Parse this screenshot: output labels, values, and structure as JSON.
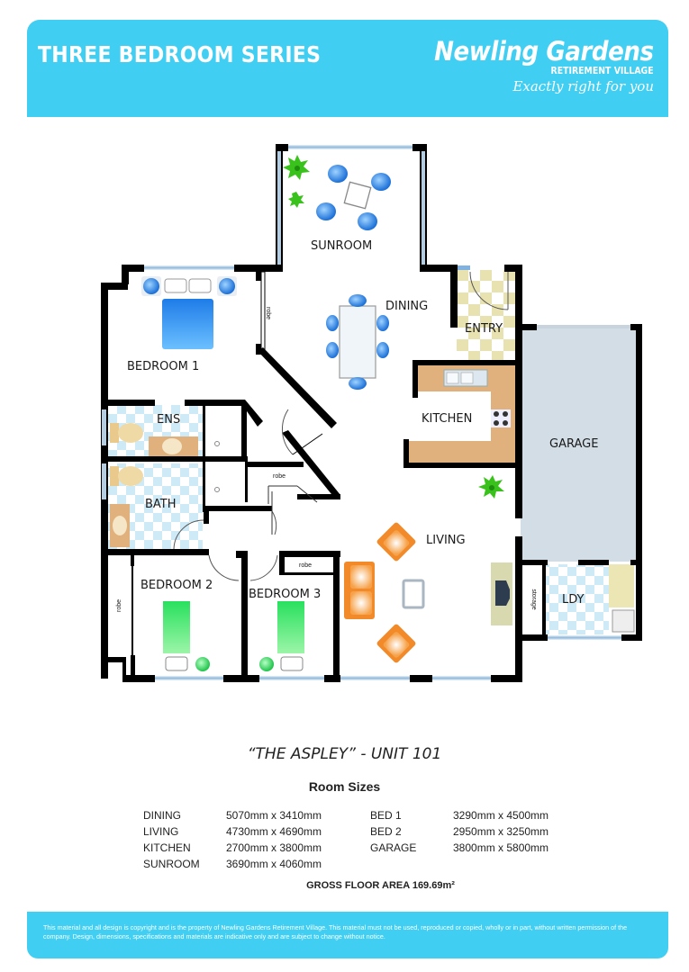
{
  "header": {
    "series_title": "THREE BEDROOM SERIES",
    "brand_name": "Newling Gardens",
    "brand_sub": "RETIREMENT VILLAGE",
    "brand_tagline": "Exactly right for you",
    "color": "#40cef3"
  },
  "floorplan": {
    "rooms": {
      "sunroom": "SUNROOM",
      "dining": "DINING",
      "entry": "ENTRY",
      "bedroom1": "BEDROOM 1",
      "kitchen": "KITCHEN",
      "garage": "GARAGE",
      "ens": "ENS",
      "bath": "BATH",
      "living": "LIVING",
      "bedroom2": "BEDROOM 2",
      "bedroom3": "BEDROOM 3",
      "ldy": "LDY"
    },
    "robe_label": "robe",
    "storage_label": "storage",
    "colors": {
      "wall": "#000000",
      "garage": "#d3dde5",
      "kitchen": "#e0b17c",
      "entry_tile": "#e8e2b0",
      "wet_tile": "#cfeaf7",
      "bed_blue": "#2a8de8",
      "bed_green": "#3de86a",
      "sofa": "#f28a2a",
      "plant": "#39c21b"
    }
  },
  "unit": {
    "title": "“THE ASPLEY” - UNIT 101"
  },
  "room_sizes": {
    "heading": "Room Sizes",
    "rows": [
      {
        "room": "DINING",
        "size": "5070mm x 3410mm",
        "room2": "BED 1",
        "size2": "3290mm x 4500mm"
      },
      {
        "room": "LIVING",
        "size": "4730mm x 4690mm",
        "room2": "BED 2",
        "size2": "2950mm x 3250mm"
      },
      {
        "room": "KITCHEN",
        "size": "2700mm x 3800mm",
        "room2": "GARAGE",
        "size2": "3800mm x 5800mm"
      },
      {
        "room": "SUNROOM",
        "size": "3690mm x 4060mm",
        "room2": "",
        "size2": ""
      }
    ],
    "gross_floor_area": "GROSS FLOOR AREA 169.69m²"
  },
  "footer": {
    "disclaimer": "This material and all design is copyright and is the property of Newling Gardens Retirement Village. This material must not be used, reproduced or copied, wholly or in part, without written permission of the company. Design, dimensions, specifications and materials are indicative only and are subject to change without notice."
  }
}
